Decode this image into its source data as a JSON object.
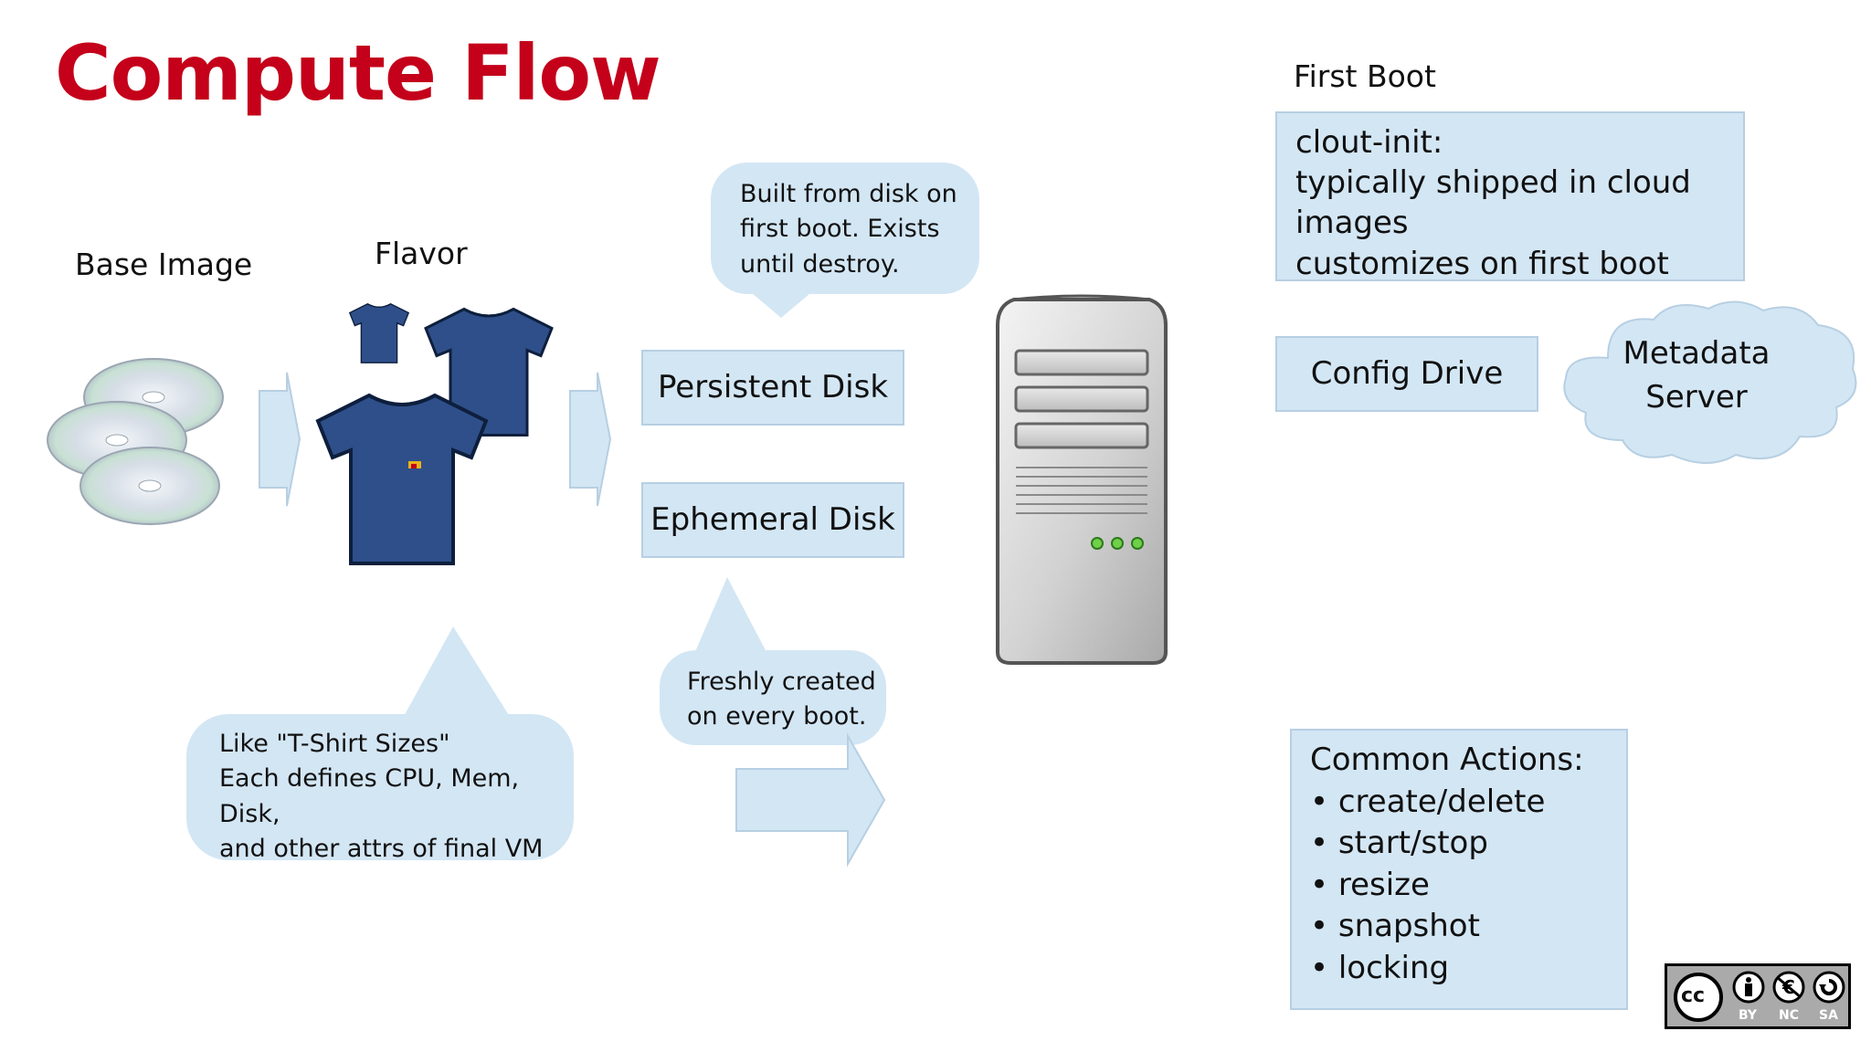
{
  "title": "Compute Flow",
  "labels": {
    "base_image": "Base Image",
    "flavor": "Flavor",
    "first_boot": "First Boot"
  },
  "boxes": {
    "persistent_disk": "Persistent Disk",
    "ephemeral_disk": "Ephemeral Disk",
    "config_drive": "Config Drive",
    "metadata_server": "Metadata\nServer"
  },
  "cloud_init": {
    "heading": "clout-init:",
    "line1": "typically shipped in cloud images",
    "line2": "customizes on first boot"
  },
  "callouts": {
    "persistent": "Built from disk on\nfirst boot. Exists\nuntil destroy.",
    "ephemeral": "Freshly created\non every boot.",
    "flavor": "Like \"T-Shirt Sizes\"\nEach defines CPU, Mem, Disk,\nand other attrs of final VM"
  },
  "common_actions": {
    "heading": "Common Actions:",
    "items": [
      "• create/delete",
      "• start/stop",
      "• resize",
      "• snapshot",
      "• locking"
    ]
  },
  "license": {
    "cc": "cc",
    "by": "BY",
    "nc": "NC",
    "sa": "SA"
  },
  "colors": {
    "title": "#c4001a",
    "box_fill": "#d3e6f4",
    "shirt": "#2f4f8a",
    "server": "#bdbdbd"
  }
}
